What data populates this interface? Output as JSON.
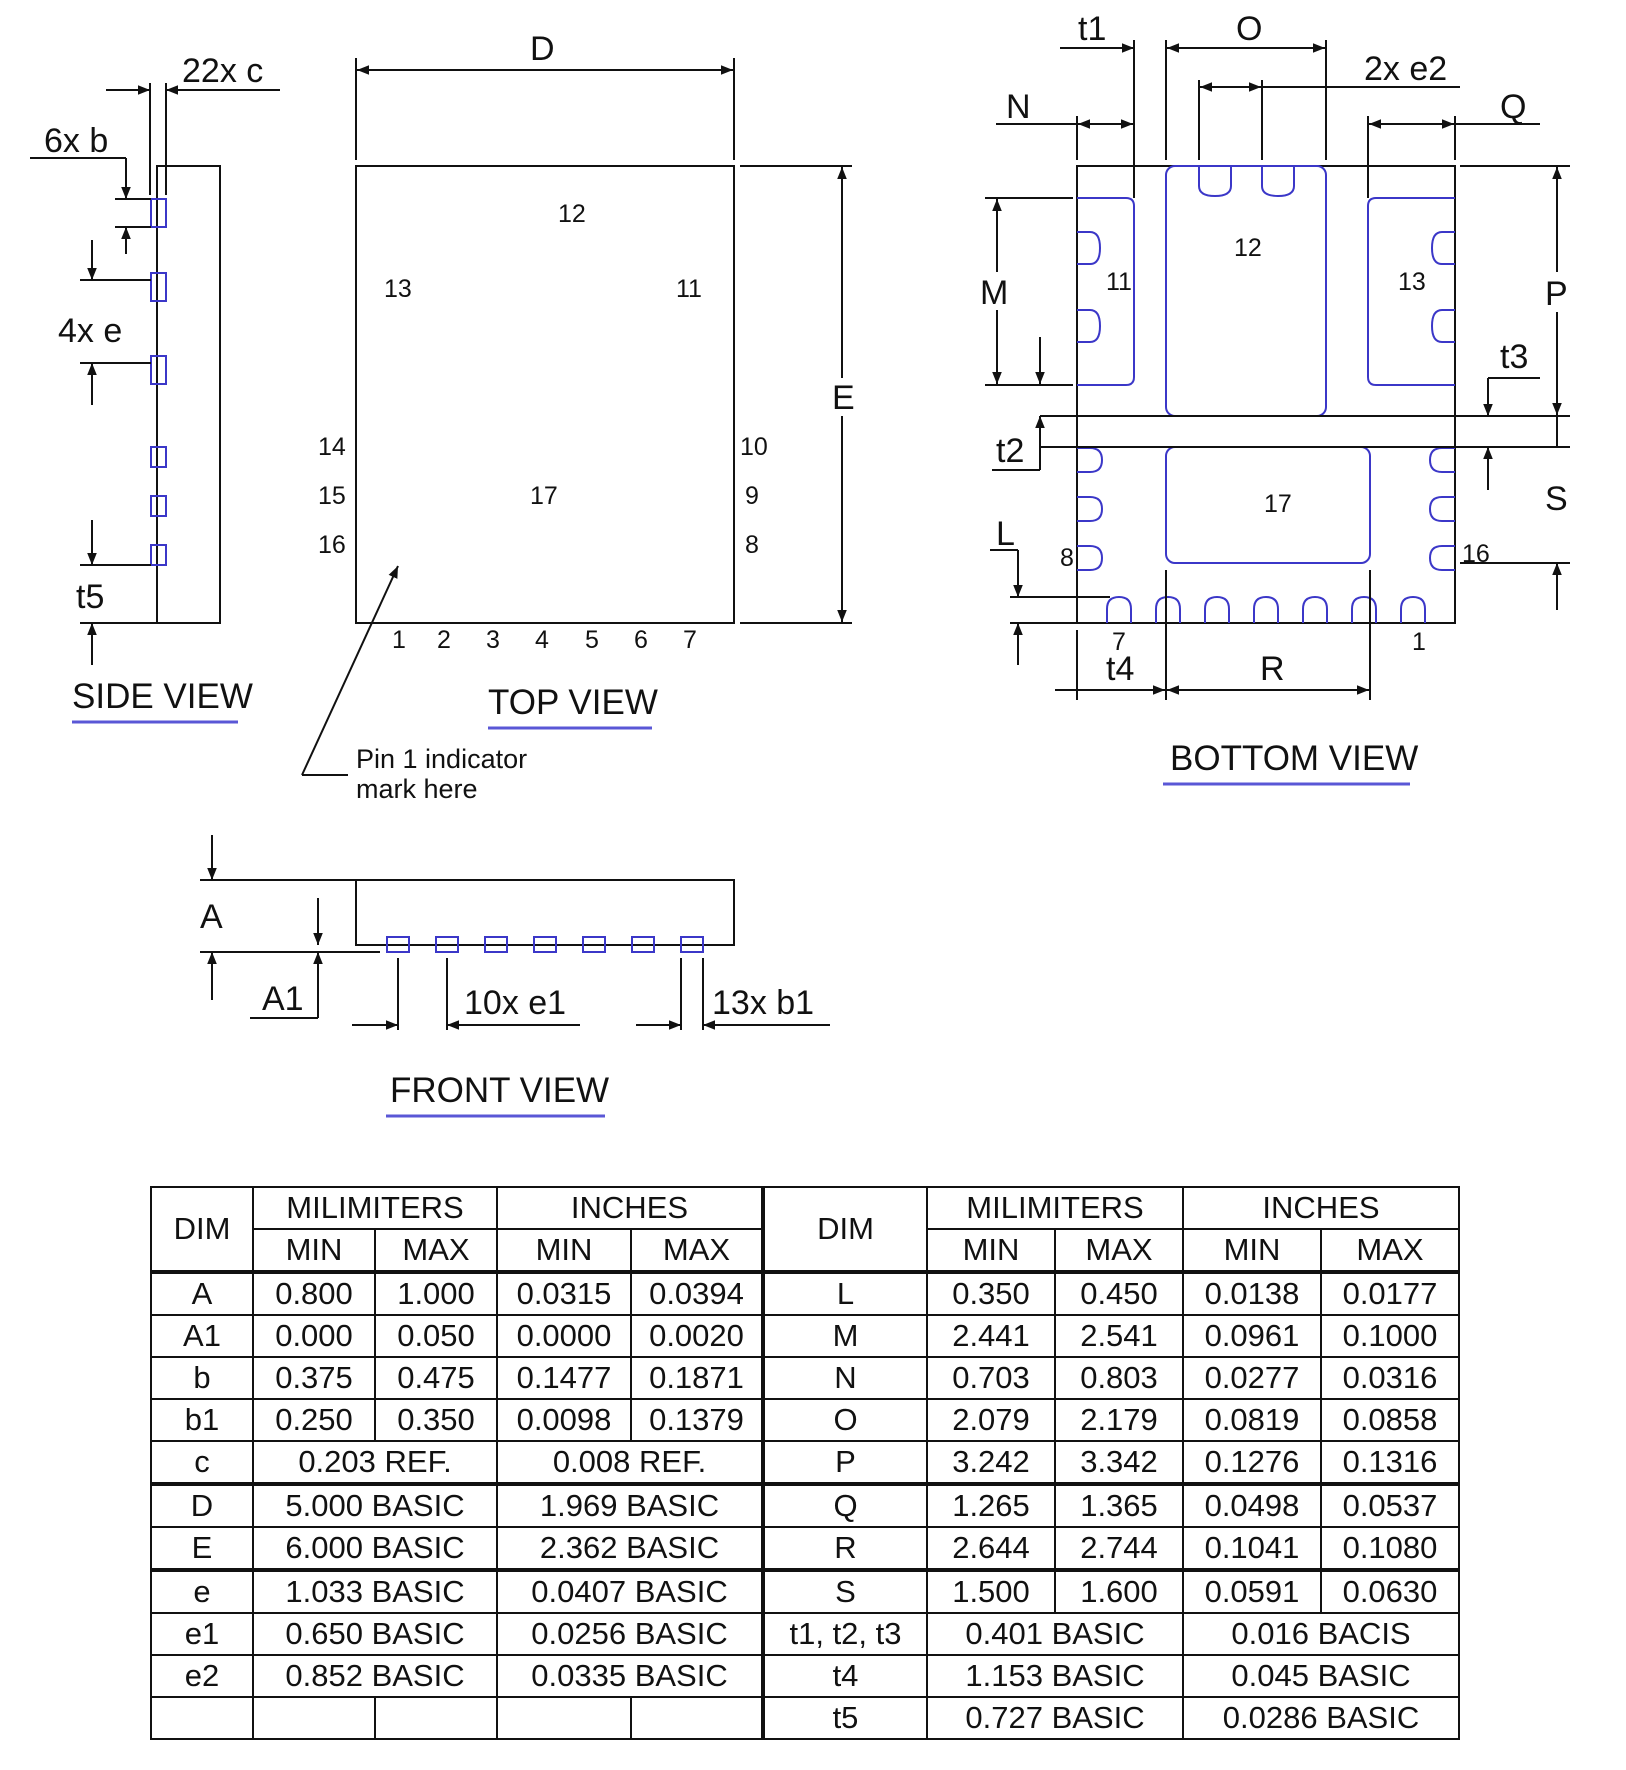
{
  "drawing": {
    "side_view": {
      "title": "SIDE VIEW",
      "labels": {
        "c": "22x c",
        "b": "6x b",
        "e": "4x e",
        "t5": "t5"
      }
    },
    "top_view": {
      "title": "TOP VIEW",
      "labels": {
        "D": "D",
        "E": "E"
      },
      "pads": [
        "12",
        "13",
        "11",
        "14",
        "15",
        "16",
        "17",
        "10",
        "9",
        "8"
      ],
      "pins": [
        "1",
        "2",
        "3",
        "4",
        "5",
        "6",
        "7"
      ],
      "note_line1": "Pin 1 indicator",
      "note_line2": "mark here"
    },
    "bottom_view": {
      "title": "BOTTOM VIEW",
      "labels": {
        "t1": "t1",
        "O": "O",
        "e2": "2x e2",
        "N": "N",
        "Q": "Q",
        "M": "M",
        "P": "P",
        "t3": "t3",
        "t2": "t2",
        "S": "S",
        "L": "L",
        "t4": "t4",
        "R": "R"
      },
      "pads": [
        "12",
        "11",
        "13",
        "17"
      ],
      "pins": {
        "p8": "8",
        "p16": "16",
        "p7": "7",
        "p1": "1"
      }
    },
    "front_view": {
      "title": "FRONT VIEW",
      "labels": {
        "A": "A",
        "A1": "A1",
        "e1": "10x e1",
        "b1": "13x b1"
      }
    }
  },
  "table": {
    "header": {
      "dim": "DIM",
      "mm": "MILIMITERS",
      "in": "INCHES",
      "min": "MIN",
      "max": "MAX"
    },
    "left": [
      [
        "A",
        "0.800",
        "1.000",
        "0.0315",
        "0.0394"
      ],
      [
        "A1",
        "0.000",
        "0.050",
        "0.0000",
        "0.0020"
      ],
      [
        "b",
        "0.375",
        "0.475",
        "0.1477",
        "0.1871"
      ],
      [
        "b1",
        "0.250",
        "0.350",
        "0.0098",
        "0.1379"
      ],
      [
        "c",
        "0.203 REF.",
        "0.008 REF."
      ],
      [
        "D",
        "5.000 BASIC",
        "1.969 BASIC"
      ],
      [
        "E",
        "6.000 BASIC",
        "2.362 BASIC"
      ],
      [
        "e",
        "1.033 BASIC",
        "0.0407 BASIC"
      ],
      [
        "e1",
        "0.650 BASIC",
        "0.0256 BASIC"
      ],
      [
        "e2",
        "0.852 BASIC",
        "0.0335 BASIC"
      ],
      [
        "",
        "",
        "",
        "",
        ""
      ]
    ],
    "right": [
      [
        "L",
        "0.350",
        "0.450",
        "0.0138",
        "0.0177"
      ],
      [
        "M",
        "2.441",
        "2.541",
        "0.0961",
        "0.1000"
      ],
      [
        "N",
        "0.703",
        "0.803",
        "0.0277",
        "0.0316"
      ],
      [
        "O",
        "2.079",
        "2.179",
        "0.0819",
        "0.0858"
      ],
      [
        "P",
        "3.242",
        "3.342",
        "0.1276",
        "0.1316"
      ],
      [
        "Q",
        "1.265",
        "1.365",
        "0.0498",
        "0.0537"
      ],
      [
        "R",
        "2.644",
        "2.744",
        "0.1041",
        "0.1080"
      ],
      [
        "S",
        "1.500",
        "1.600",
        "0.0591",
        "0.0630"
      ],
      [
        "t1, t2, t3",
        "0.401 BASIC",
        "0.016 BACIS"
      ],
      [
        "t4",
        "1.153 BASIC",
        "0.045 BASIC"
      ],
      [
        "t5",
        "0.727 BASIC",
        "0.0286 BASIC"
      ]
    ]
  }
}
